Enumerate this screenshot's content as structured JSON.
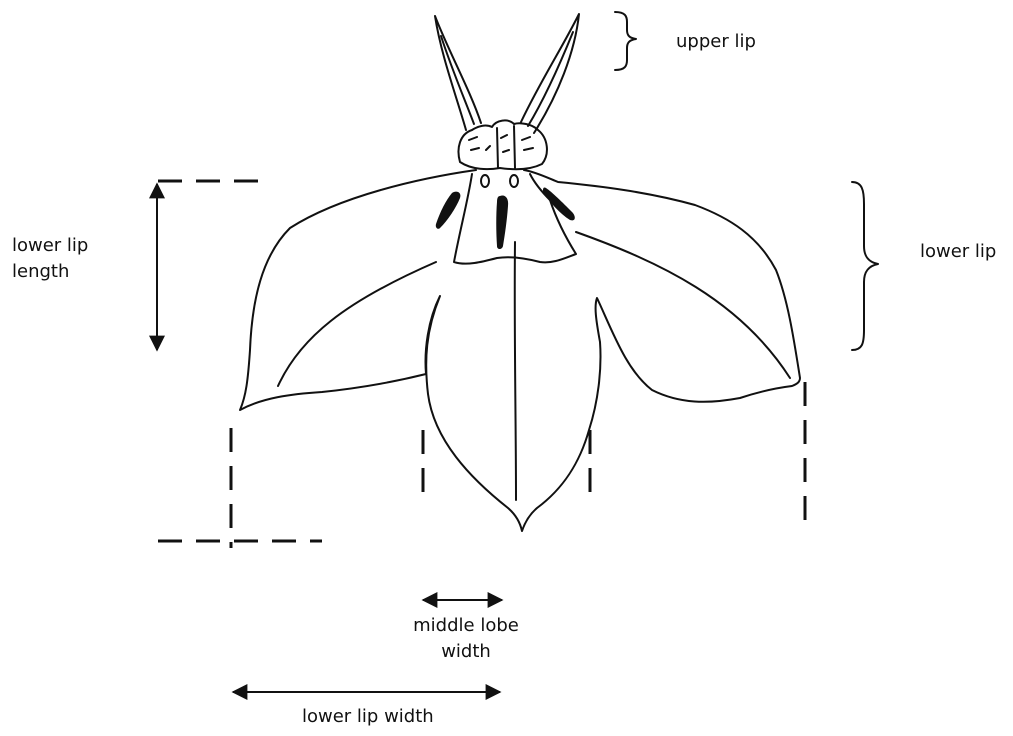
{
  "colors": {
    "ink": "#111111",
    "background": "#ffffff"
  },
  "labels": {
    "upper_lip": "upper lip",
    "lower_lip": "lower lip",
    "lower_lip_length": [
      "lower lip",
      "length"
    ],
    "middle_lobe_width": [
      "middle lobe",
      "width"
    ],
    "lower_lip_width": "lower lip width"
  }
}
